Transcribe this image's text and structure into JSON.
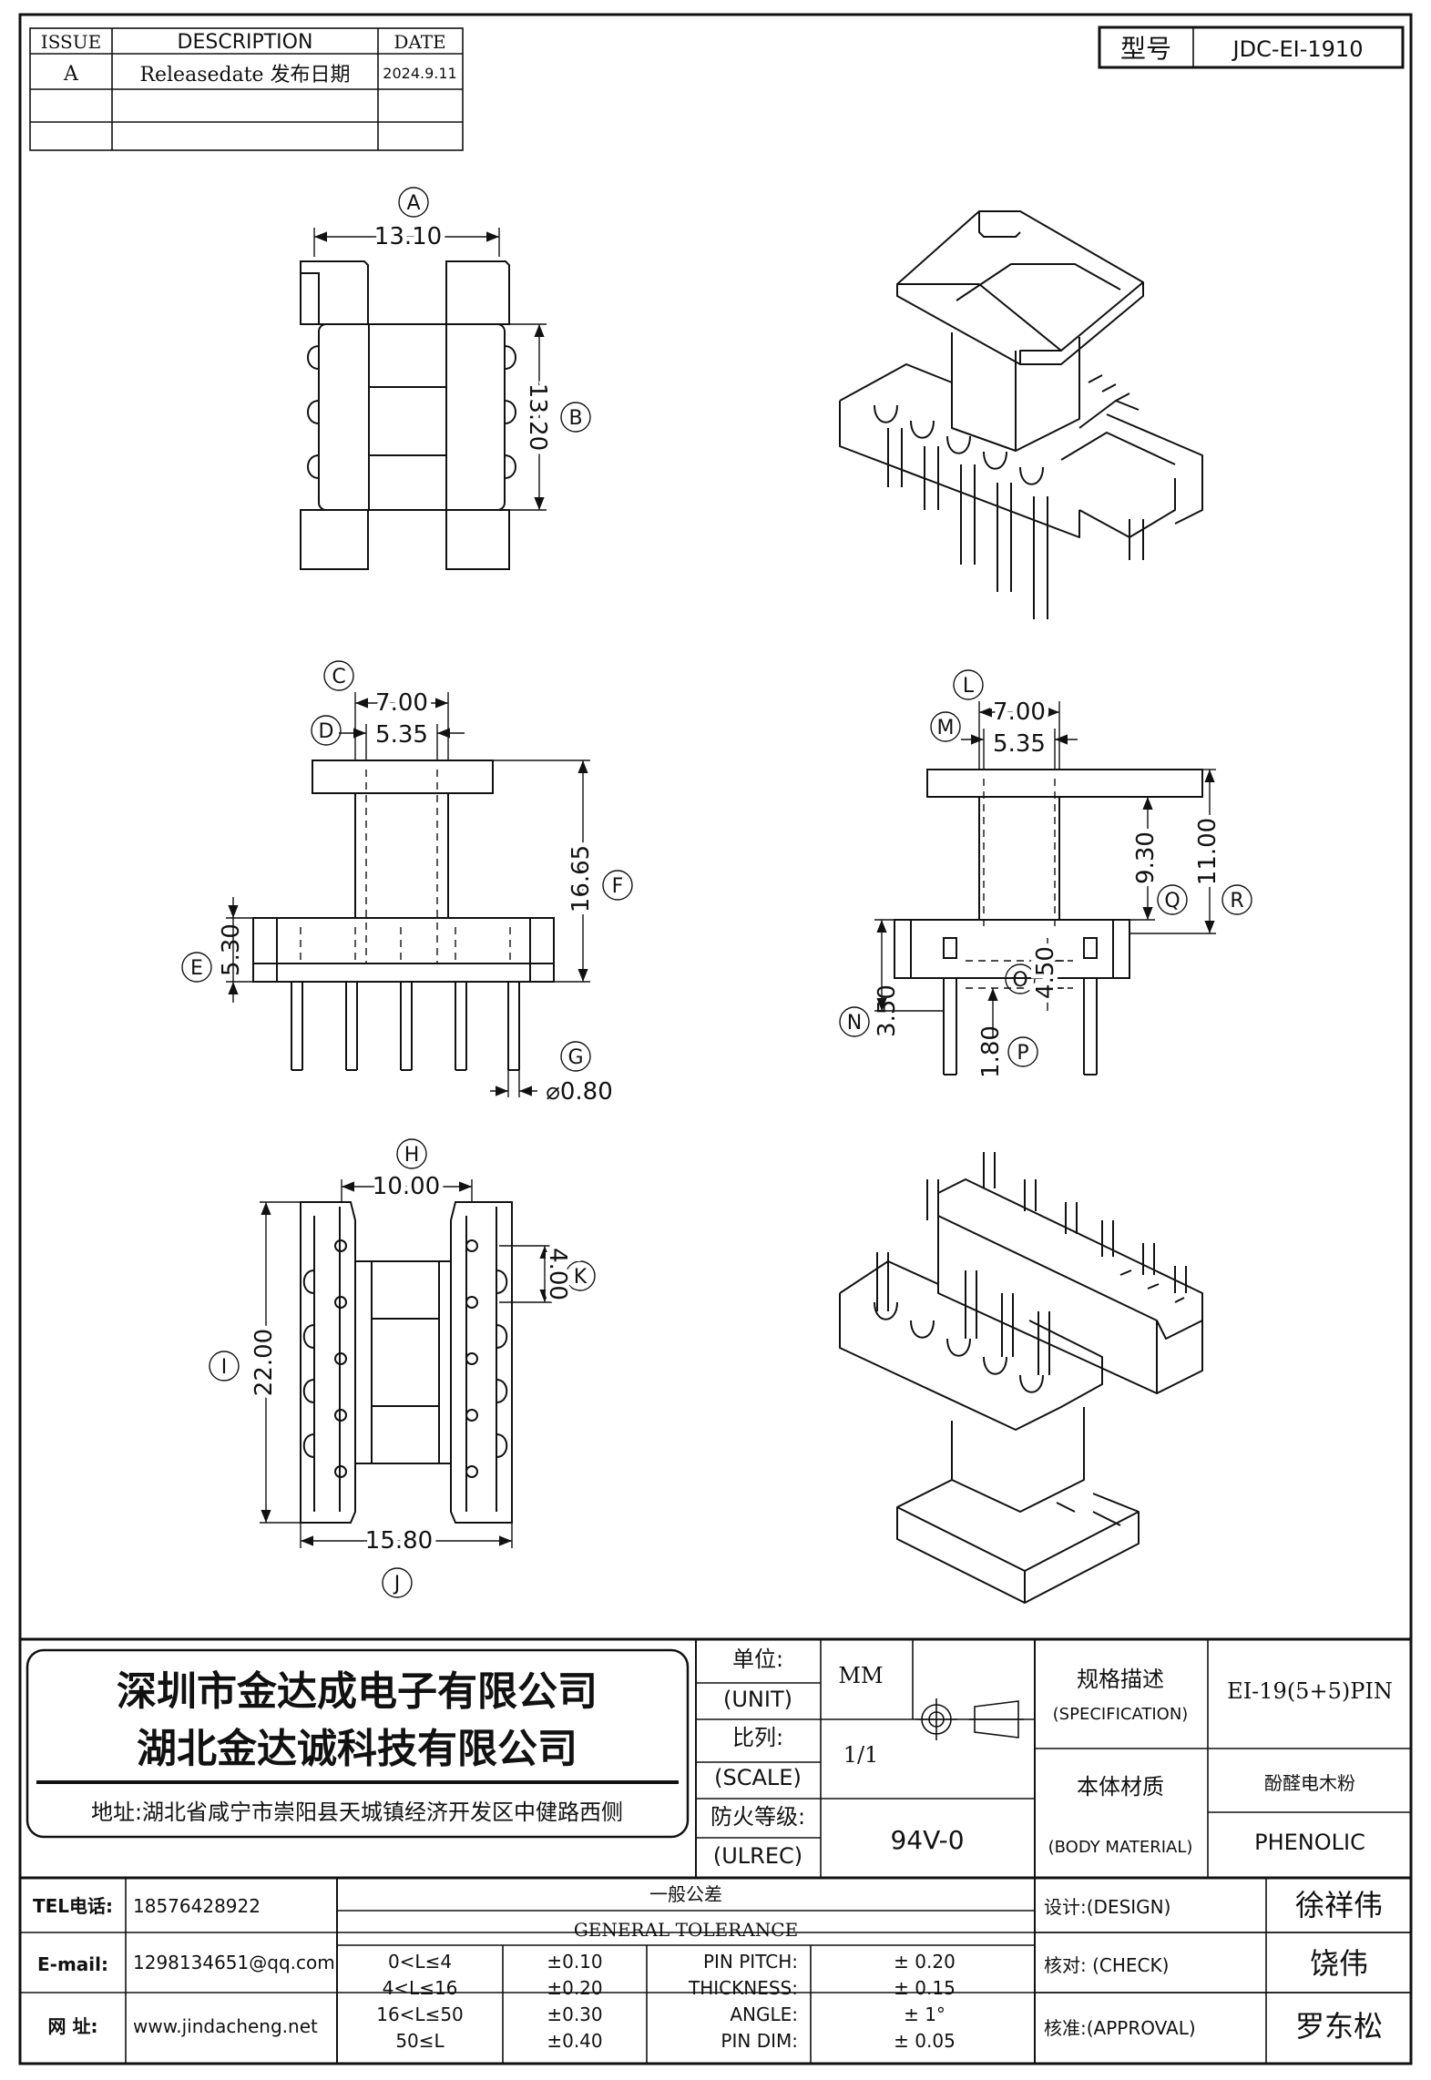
{
  "revision_table": {
    "headers": [
      "ISSUE",
      "DESCRIPTION",
      "DATE"
    ],
    "rows": [
      [
        "A",
        "Releasedate 发布日期",
        "2024.9.11"
      ],
      [
        "",
        "",
        ""
      ],
      [
        "",
        "",
        ""
      ]
    ]
  },
  "model": {
    "label": "型号",
    "value": "JDC-EI-1910"
  },
  "dimensions": {
    "A": "13.10",
    "B": "13.20",
    "C": "7.00",
    "D": "5.35",
    "E": "5.30",
    "F": "16.65",
    "G": "⌀0.80",
    "H": "10.00",
    "I": "22.00",
    "J": "15.80",
    "K": "4.00",
    "L": "7.00",
    "M": "5.35",
    "N": "3.50",
    "O": "4.50",
    "P": "1.80",
    "Q": "9.30",
    "R": "11.00"
  },
  "title_block": {
    "company_line1": "深圳市金达成电子有限公司",
    "company_line2": "湖北金达诚科技有限公司",
    "address": "地址:湖北省咸宁市崇阳县天城镇经济开发区中健路西侧",
    "unit_cn": "单位:",
    "unit_en": "(UNIT)",
    "unit_value": "MM",
    "scale_cn": "比列:",
    "scale_en": "(SCALE)",
    "scale_value": "1/1",
    "fire_cn": "防火等级:",
    "fire_en": "(ULREC)",
    "fire_value": "94V-0",
    "spec_cn": "规格描述",
    "spec_en": "(SPECIFICATION)",
    "spec_value": "EI-19(5+5)PIN",
    "material_cn": "本体材质",
    "material_en": "(BODY MATERIAL)",
    "material_value_cn": "酚醛电木粉",
    "material_value_en": "PHENOLIC",
    "tel_label": "TEL电话:",
    "tel": "18576428922",
    "email_label": "E-mail:",
    "email": "1298134651@qq.com",
    "web_label": "网  址:",
    "web": "www.jindacheng.net",
    "tol_cn": "一般公差",
    "tol_en": "GENERAL TOLERANCE",
    "tolerances": [
      [
        "0<L≤4",
        "±0.10"
      ],
      [
        "4<L≤16",
        "±0.20"
      ],
      [
        "16<L≤50",
        "±0.30"
      ],
      [
        "50≤L",
        "±0.40"
      ]
    ],
    "specs": [
      [
        "PIN PITCH:",
        "±  0.20"
      ],
      [
        "THICKNESS:",
        "±  0.15"
      ],
      [
        "ANGLE:",
        "±  1°"
      ],
      [
        "PIN DIM:",
        "±  0.05"
      ]
    ],
    "design_label": "设计:(DESIGN)",
    "design_name": "徐祥伟",
    "check_label": "核对: (CHECK)",
    "check_name": "饶伟",
    "approval_label": "核准:(APPROVAL)",
    "approval_name": "罗东松"
  }
}
